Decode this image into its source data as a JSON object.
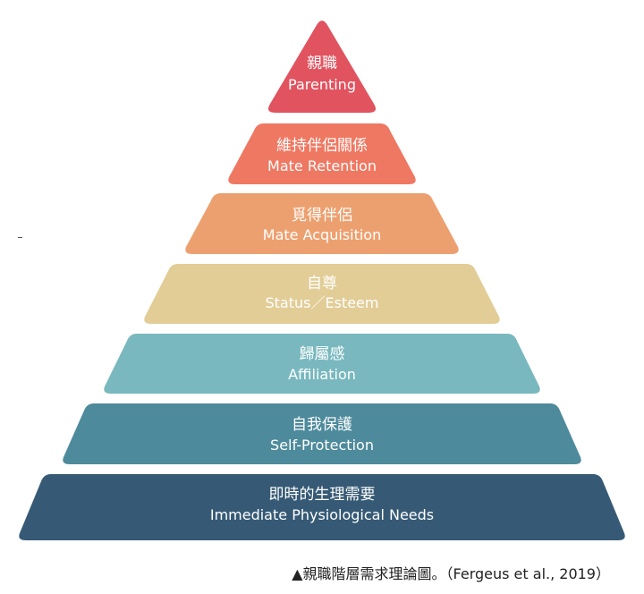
{
  "levels": [
    {
      "zh": "親職",
      "en": "Parenting",
      "color": "#e0535f"
    },
    {
      "zh": "維持伴侶關係",
      "en": "Mate Retention",
      "color": "#ef7862"
    },
    {
      "zh": "覓得伴侶",
      "en": "Mate Acquisition",
      "color": "#eda06f"
    },
    {
      "zh": "自尊",
      "en": "Status／Esteem",
      "color": "#e2cd97"
    },
    {
      "zh": "歸屬感",
      "en": "Affiliation",
      "color": "#79b8bf"
    },
    {
      "zh": "自我保護",
      "en": "Self-Protection",
      "color": "#4d8a9b"
    },
    {
      "zh": "即時的生理需要",
      "en": "Immediate Physiological Needs",
      "color": "#365a75"
    }
  ],
  "caption": "▲親職階層需求理論圖。（Fergeus et al., 2019）"
}
